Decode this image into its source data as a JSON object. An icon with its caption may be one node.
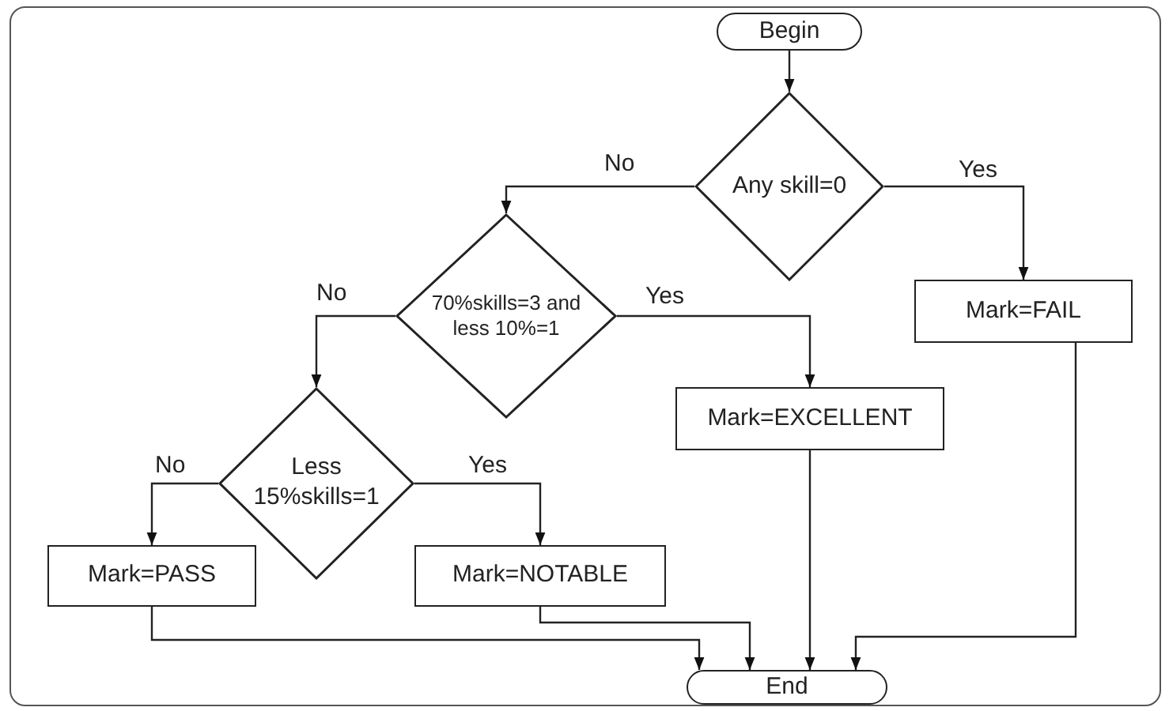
{
  "diagram": {
    "nodes": [
      {
        "text": [
          "Begin"
        ]
      },
      {
        "text": [
          "Any skill=0"
        ]
      },
      {
        "text": [
          "Mark=FAIL"
        ]
      },
      {
        "text": [
          "70%skills=3 and less 10%=1"
        ]
      },
      {
        "text": [
          "Mark=EXCELLENT"
        ]
      },
      {
        "text": [
          "Less 15%skills=1"
        ]
      },
      {
        "text": [
          "Mark=PASS"
        ]
      },
      {
        "text": [
          "Mark=NOTABLE"
        ]
      },
      {
        "text": [
          "End"
        ]
      }
    ],
    "edges": [
      {
        "from": 0,
        "to": 1,
        "arrow": "to"
      },
      {
        "from": 1,
        "to": 3,
        "arrow": "to",
        "label": "No"
      },
      {
        "from": 1,
        "to": 2,
        "arrow": "to",
        "label": "Yes"
      },
      {
        "from": 3,
        "to": 5,
        "arrow": "to",
        "label": "No"
      },
      {
        "from": 3,
        "to": 4,
        "arrow": "to",
        "label": "Yes"
      },
      {
        "from": 5,
        "to": 6,
        "arrow": "to",
        "label": "No"
      },
      {
        "from": 5,
        "to": 7,
        "arrow": "to",
        "label": "Yes"
      },
      {
        "from": 6,
        "to": 8,
        "arrow": "to"
      },
      {
        "from": 7,
        "to": 8,
        "arrow": "to"
      },
      {
        "from": 4,
        "to": 8,
        "arrow": "to"
      },
      {
        "from": 2,
        "to": 8,
        "arrow": "to"
      }
    ]
  }
}
